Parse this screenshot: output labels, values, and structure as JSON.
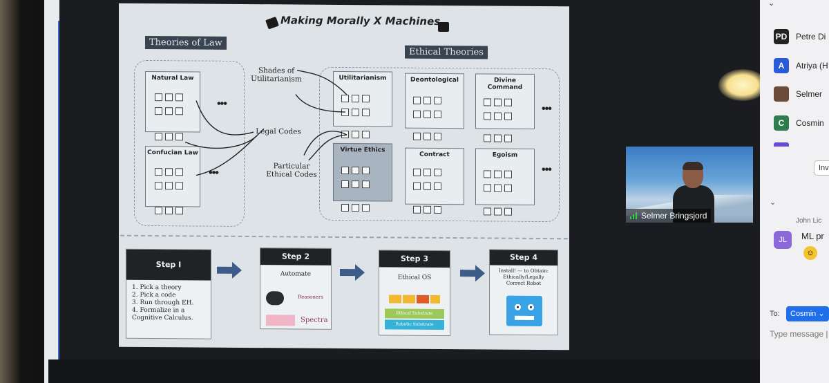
{
  "slide": {
    "title": "Making Morally X Machines",
    "theories_of_law_label": "Theories of Law",
    "ethical_theories_label": "Ethical Theories",
    "law_boxes": [
      "Natural Law",
      "Confucian Law"
    ],
    "ethics_boxes": [
      "Utilitarianism",
      "Deontological",
      "Divine Command",
      "Virtue Ethics",
      "Contract",
      "Egoism"
    ],
    "side_labels": {
      "shades": "Shades of Utilitarianism",
      "legal_codes": "Legal Codes",
      "particular": "Particular Ethical Codes"
    },
    "ellipsis": "•••",
    "steps": [
      {
        "title": "Step I",
        "items": [
          "1. Pick a theory",
          "2. Pick a code",
          "3. Run through EH.",
          "4. Formalize in a Cognitive Calculus."
        ]
      },
      {
        "title": "Step 2",
        "subtitle": "Automate",
        "reasoners": "Reasoners",
        "spectra": "Spectra"
      },
      {
        "title": "Step 3",
        "subtitle": "Ethical OS",
        "ethical_substrate": "Ethical Substrate",
        "robotic_substrate": "Robotic Substrate"
      },
      {
        "title": "Step 4",
        "subtitle": "Install! — to Obtain: Ethically/Legally Correct Robot"
      }
    ]
  },
  "video": {
    "name": "Selmer Bringsjord"
  },
  "participants": [
    {
      "initials": "PD",
      "name": "Petre Di",
      "color": "#222222"
    },
    {
      "initials": "A",
      "name": "Atriya (H",
      "color": "#2a5bd7"
    },
    {
      "initials": "",
      "name": "Selmer",
      "color": "#6b4a3a"
    },
    {
      "initials": "C",
      "name": "Cosmin",
      "color": "#2e7d4f"
    }
  ],
  "invite_label": "Inv",
  "chat": {
    "sender": "John Lic",
    "avatar": "JL",
    "message": "ML pr",
    "to_label": "To:",
    "to_value": "Cosmin ⌄",
    "placeholder": "Type message |"
  }
}
